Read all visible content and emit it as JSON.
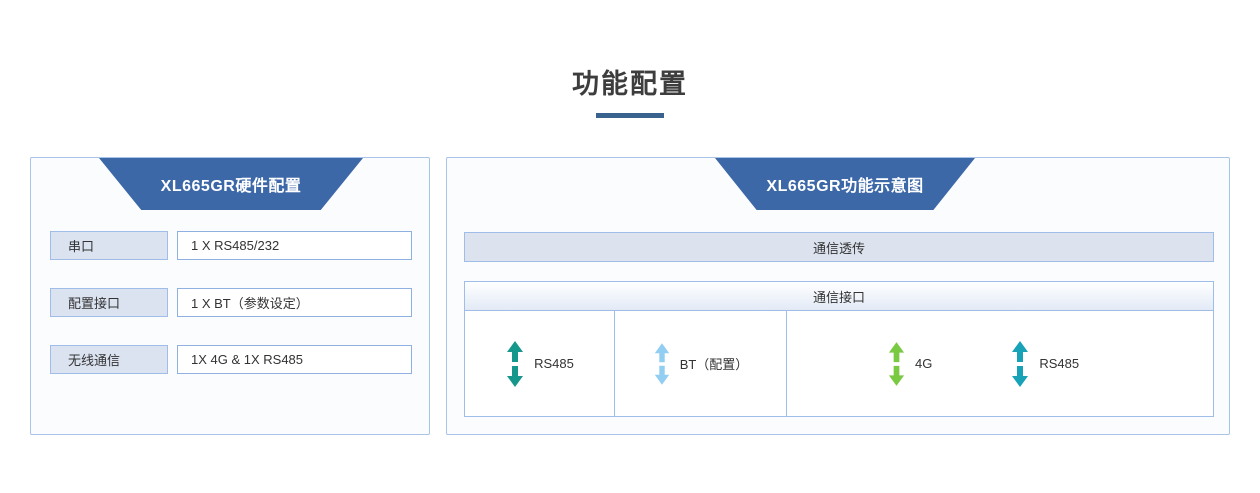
{
  "page": {
    "title": "功能配置",
    "accent_color": "#3a628f",
    "banner_color": "#3d68a8"
  },
  "left_panel": {
    "banner_title": "XL665GR硬件配置",
    "rows": [
      {
        "label": "串口",
        "value": "1 X RS485/232"
      },
      {
        "label": "配置接口",
        "value": "1 X BT（参数设定）"
      },
      {
        "label": "无线通信",
        "value": "1X 4G & 1X RS485"
      }
    ]
  },
  "right_panel": {
    "banner_title": "XL665GR功能示意图",
    "bar_transmit": "通信透传",
    "bar_interface": "通信接口",
    "ports": [
      {
        "label": "RS485",
        "icon": "double-arrow-icon",
        "color": "#16978c"
      },
      {
        "label": "BT（配置）",
        "icon": "double-arrow-icon",
        "color": "#92cdf2"
      },
      {
        "label": "4G",
        "icon": "double-arrow-icon",
        "color": "#7ac943"
      },
      {
        "label": "RS485",
        "icon": "double-arrow-icon",
        "color": "#17a2b8"
      }
    ]
  }
}
